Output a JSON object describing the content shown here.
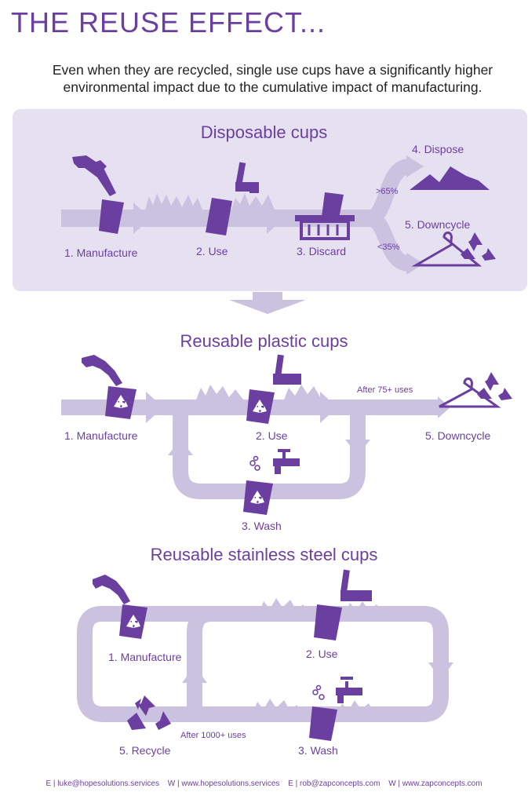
{
  "title": "THE REUSE EFFECT...",
  "intro": "Even when they are recycled, single use cups have a significantly higher environmental impact due to the cumulative impact of manufacturing.",
  "colors": {
    "purple": "#6b3fa0",
    "flow": "#cbc2e0",
    "panel": "#e6e1f0"
  },
  "disposable": {
    "title": "Disposable cups",
    "steps": [
      "1. Manufacture",
      "2. Use",
      "3. Discard",
      "4. Dispose",
      "5. Downcycle"
    ],
    "pct_dispose": ">65%",
    "pct_downcycle": "<35%"
  },
  "plastic": {
    "title": "Reusable plastic cups",
    "steps": [
      "1. Manufacture",
      "2. Use",
      "3. Wash",
      "5. Downcycle"
    ],
    "note": "After 75+ uses"
  },
  "steel": {
    "title": "Reusable stainless steel cups",
    "steps": [
      "1. Manufacture",
      "2. Use",
      "3. Wash",
      "5. Recycle"
    ],
    "note": "After 1000+ uses"
  },
  "footer": {
    "e1": "E | luke@hopesolutions.services",
    "w1": "W | www.hopesolutions.services",
    "e2": "E | rob@zapconcepts.com",
    "w2": "W | www.zapconcepts.com"
  },
  "icons": [
    "hand-icon",
    "cup-icon",
    "tap-icon",
    "crowd-icon",
    "bin-icon",
    "landfill-icon",
    "hanger-icon",
    "recycle-icon",
    "faucet-icon"
  ]
}
